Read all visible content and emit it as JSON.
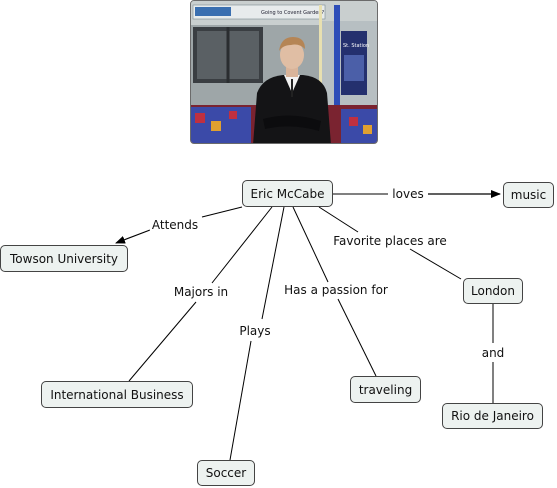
{
  "photo": {
    "sign_text": "Going to Covent Garden?",
    "poster_text": "St. Station"
  },
  "nodes": {
    "eric": "Eric McCabe",
    "music": "music",
    "towson": "Towson University",
    "london": "London",
    "intl_business": "International Business",
    "traveling": "traveling",
    "rio": "Rio de Janeiro",
    "soccer": "Soccer"
  },
  "links": {
    "loves": "loves",
    "attends": "Attends",
    "favorite_places": "Favorite places are",
    "majors_in": "Majors in",
    "passion": "Has a passion for",
    "plays": "Plays",
    "and": "and"
  },
  "colors": {
    "node_fill": "#edf2f0",
    "node_border": "#444444",
    "line": "#000000"
  }
}
